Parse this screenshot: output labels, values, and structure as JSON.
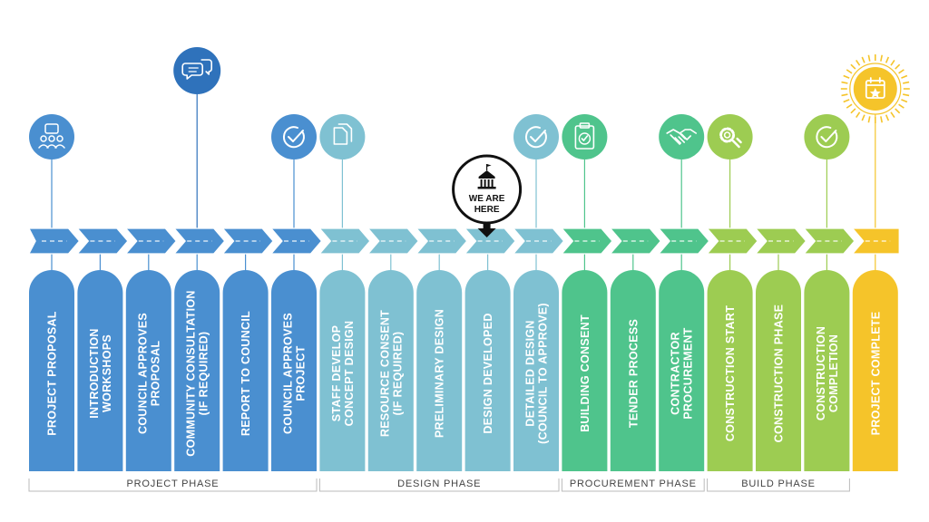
{
  "colors": {
    "project": "#4a8fd0",
    "project_dark": "#2f72bb",
    "design": "#7fc1d2",
    "procurement": "#4fc48c",
    "build": "#9dcc52",
    "complete": "#f5c42a",
    "here_border": "#111111",
    "bracket": "#bbbbbb"
  },
  "steps": [
    {
      "lines": [
        "PROJECT PROPOSAL"
      ],
      "phase": "project",
      "icon": "people-icon"
    },
    {
      "lines": [
        "INTRODUCTION",
        "WORKSHOPS"
      ],
      "phase": "project",
      "icon": ""
    },
    {
      "lines": [
        "COUNCIL APPROVES",
        "PROPOSAL"
      ],
      "phase": "project",
      "icon": ""
    },
    {
      "lines": [
        "COMMUNITY CONSULTATION",
        "(IF REQUIRED)"
      ],
      "phase": "project",
      "icon": "chat-bubbles-icon"
    },
    {
      "lines": [
        "REPORT TO COUNCIL"
      ],
      "phase": "project",
      "icon": ""
    },
    {
      "lines": [
        "COUNCIL APPROVES",
        "PROJECT"
      ],
      "phase": "project",
      "icon": "check-icon"
    },
    {
      "lines": [
        "STAFF DEVELOP",
        "CONCEPT DESIGN"
      ],
      "phase": "design",
      "icon": "documents-icon"
    },
    {
      "lines": [
        "RESOURCE CONSENT",
        "(IF REQUIRED)"
      ],
      "phase": "design",
      "icon": ""
    },
    {
      "lines": [
        "PRELIMINARY DESIGN"
      ],
      "phase": "design",
      "icon": ""
    },
    {
      "lines": [
        "DESIGN DEVELOPED"
      ],
      "phase": "design",
      "icon": "",
      "here": true
    },
    {
      "lines": [
        "DETAILED DESIGN",
        "(COUNCIL TO APPROVE)"
      ],
      "phase": "design",
      "icon": "check-icon"
    },
    {
      "lines": [
        "BUILDING CONSENT"
      ],
      "phase": "procurement",
      "icon": "clipboard-check-icon"
    },
    {
      "lines": [
        "TENDER PROCESS"
      ],
      "phase": "procurement",
      "icon": ""
    },
    {
      "lines": [
        "CONTRACTOR",
        "PROCUREMENT"
      ],
      "phase": "procurement",
      "icon": "handshake-icon"
    },
    {
      "lines": [
        "CONSTRUCTION START"
      ],
      "phase": "build",
      "icon": "gear-wrench-icon"
    },
    {
      "lines": [
        "CONSTRUCTION PHASE"
      ],
      "phase": "build",
      "icon": ""
    },
    {
      "lines": [
        "CONSTRUCTION",
        "COMPLETION"
      ],
      "phase": "build",
      "icon": "check-icon"
    },
    {
      "lines": [
        "PROJECT COMPLETE"
      ],
      "phase": "complete",
      "icon": "calendar-star-icon"
    }
  ],
  "phases": [
    {
      "label": "PROJECT PHASE",
      "from": 0,
      "to": 5
    },
    {
      "label": "DESIGN PHASE",
      "from": 6,
      "to": 10
    },
    {
      "label": "PROCUREMENT PHASE",
      "from": 11,
      "to": 13
    },
    {
      "label": "BUILD PHASE",
      "from": 14,
      "to": 16
    }
  ],
  "here_marker": {
    "line1": "WE ARE",
    "line2": "HERE",
    "icon": "town-hall-icon"
  }
}
